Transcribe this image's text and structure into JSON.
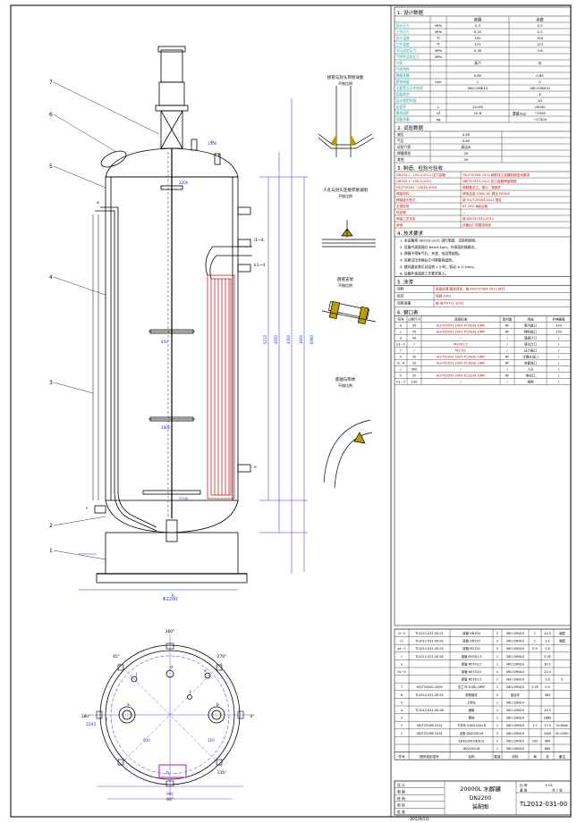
{
  "sheet": {
    "colors": {
      "line": "#000000",
      "dim_blue": "#2a2aff",
      "coil_red": "#cc0000",
      "frame": "#222222",
      "cyan": "#00a8a8",
      "magenta": "#cc33cc",
      "yellow": "#b8a000"
    },
    "section_headers": {
      "design_data": "1. 设计数据",
      "test_data": "2. 试验数据",
      "manufacture": "3. 制造、检验与验收",
      "technical": "4. 技术要求",
      "coating": "5. 涂漆",
      "nozzles": "6. 管口表"
    },
    "design_table": {
      "headers": [
        "名称",
        "容器",
        "夹套"
      ],
      "rows": [
        [
          "设计压力",
          "MPa",
          "0.3",
          "0.3"
        ],
        [
          "工作压力",
          "MPa",
          "0.25",
          "0.3"
        ],
        [
          "设计温度",
          "℃",
          "150",
          "150"
        ],
        [
          "工作温度",
          "℃",
          "132",
          "133"
        ],
        [
          "水压试验压力",
          "MPa",
          "0.38",
          "0.6"
        ],
        [
          "气密性试验压力",
          "MPa",
          "",
          ""
        ],
        [
          "介质",
          "",
          "蒸汽",
          "水"
        ],
        [
          "介质特性",
          "",
          "",
          ""
        ],
        [
          "焊缝系数",
          "",
          "0.85",
          "0.85"
        ],
        [
          "腐蚀裕量",
          "mm",
          "1",
          "0"
        ],
        [
          "主要受压元件材质",
          "",
          "06Cr19Ni10",
          "06Cr19Ni10"
        ],
        [
          "容器类别",
          "",
          "",
          "Ⅱ"
        ],
        [
          "设计使用年限",
          "",
          "",
          "20"
        ],
        [
          "全容积",
          "L",
          "22165",
          "20000"
        ],
        [
          "换热面积",
          "㎡",
          "10.8",
          "~5300"
        ],
        [
          "设备净重",
          "kg",
          "",
          "~27000"
        ]
      ],
      "weight_label": "重量(kg)"
    },
    "test_rows": [
      [
        "液压",
        "0.65"
      ],
      [
        "气压",
        "0.65"
      ],
      [
        "试验介质",
        "清洁水"
      ],
      [
        "焊缝探伤",
        "20"
      ],
      [
        "其他",
        "20"
      ]
    ],
    "manufacture_rows": [
      [
        "GB150.1~150.4-2011 压力容器",
        "HG/T20584-2011 钢制化工容器制造技术要求"
      ],
      [
        "GB150.1~150.4-2011",
        "NB/T47015-2011 压力容器焊接规程"
      ],
      [
        "HG/T20592~20635-2009",
        "钢制管法兰、垫片、紧固件"
      ],
      [
        "焊接材料",
        "焊条选用 E308-16, 焊丝 ER308"
      ],
      [
        "焊接接头型式",
        "按 HG/T20583-2011 规定"
      ],
      [
        "无损检测",
        "RT 20% Ⅲ级合格"
      ],
      [
        "热处理",
        "—"
      ],
      [
        "焊接工艺评定",
        "按 NB/T47014-2011"
      ],
      [
        "其他",
        "设备出厂前酸洗钝化"
      ]
    ],
    "technical_notes": [
      "1. 本设备按 GB150-2011 进行制造、试验和验收。",
      "2. 设备内表面抛光 Ra≤0.4μm，外表面机械抛光。",
      "3. 焊缝不得有气孔、夹渣、咬边等缺陷。",
      "4. 夹套试压合格后方可焊接保温层。",
      "5. 搅拌器安装后试运转 2 小时，振动 ≤ 0.1mm。",
      "6. 设备外保温按工艺要求施工。"
    ],
    "coating_rows": [
      [
        "涂料",
        "表面处理 酸洗钝化，按 HG/T20584-2011 执行"
      ],
      [
        "标志",
        "铭牌 A302"
      ],
      [
        "包装运输",
        "按 JB/T4711-2003"
      ]
    ],
    "nozzle_headers": [
      "符号",
      "公称尺寸",
      "连接标准",
      "密封面",
      "用途",
      "外伸高度"
    ],
    "nozzles": [
      [
        "b",
        "50",
        "HG/T20592-2009 PL50(B)-16RF",
        "RF",
        "蒸汽进口",
        "150"
      ],
      [
        "c",
        "50",
        "HG/T20592-2009 PL50(B)-16RF",
        "RF",
        "物料进口",
        "150"
      ],
      [
        "d",
        "40",
        "/",
        "/",
        "温度计口",
        "/"
      ],
      [
        "e1~2",
        "/",
        "M20X1.5",
        "/",
        "液位计口",
        "/"
      ],
      [
        "f",
        "/",
        "M27X2",
        "/",
        "压力表口",
        "/"
      ],
      [
        "h",
        "50",
        "HG/T20592-2009 PL50(B)-16RF",
        "RF",
        "冷凝水出口",
        "/"
      ],
      [
        "i1~4",
        "32",
        "HG/T20592-2009 PL32(B)-16RF",
        "RF",
        "夹套进口",
        "/"
      ],
      [
        "j",
        "500",
        "/",
        "/",
        "人孔",
        "/"
      ],
      [
        "k",
        "32",
        "HG/T20592-2009 PL32(B)-16RF",
        "RF",
        "排空口",
        "/"
      ],
      [
        "n1~3",
        "100",
        "/",
        "/",
        "视镜",
        "/"
      ]
    ],
    "parts": [
      [
        "i1~2",
        "TL2012-031-00-01",
        "接管 DN100",
        "2",
        "06Cr19Ni10",
        "1",
        "20.4",
        "装配"
      ],
      [
        "m",
        "TL2012-031-00-02",
        "接管 DN150",
        "2",
        "06Cr19Ni10",
        "1",
        "3.2",
        "装配"
      ],
      [
        "g1~2",
        "TL2012-031-00-03",
        "接管 M27X2",
        "2",
        "06Cr19Ni10",
        "0.9",
        "1.8",
        ""
      ],
      [
        "f",
        "TL2012-031-00-04",
        "接管 M20X1.5",
        "1",
        "06Cr19Ni10",
        "",
        "0.35",
        ""
      ],
      [
        "e",
        "",
        "接管 Φ57X3.5",
        "1",
        "06Cr19Ni10",
        "",
        "30.1",
        ""
      ],
      [
        "h1~4",
        "",
        "接管 Φ57X3.5",
        "4",
        "06Cr19Ni10",
        "",
        "23.4",
        ""
      ],
      [
        "",
        "",
        "接管 Φ57X3.5",
        "1",
        "06Cr19Ni10",
        "",
        "5.6",
        "b"
      ],
      [
        "7",
        "HG/T20592-2009",
        "法兰 PL50(B)-16RF",
        "2",
        "06Cr19Ni10",
        "2.95",
        "5.9",
        ""
      ],
      [
        "6",
        "TL2012-031-00-05",
        "视镜组件",
        "4",
        "组合件",
        "",
        "463",
        ""
      ],
      [
        "5",
        "",
        "上封头",
        "1",
        "06Cr19Ni10",
        "",
        "",
        ""
      ],
      [
        "4",
        "TL2012-031-00-06",
        "盘管",
        "1",
        "06Cr19Ni10",
        "",
        "43.2",
        ""
      ],
      [
        "3",
        "",
        "筒体",
        "1",
        "06Cr19Ni10",
        "",
        "2880",
        ""
      ],
      [
        "2",
        "GB/T25198-2010",
        "下封头 EHA2200×8",
        "1",
        "06Cr19Ni10",
        "1.7",
        "17.0",
        "δ=8mm"
      ],
      [
        "1",
        "GB/T25198-2010",
        "支座 DN2200×8",
        "2",
        "06Cr19Ni10",
        "",
        "2000",
        "N=2000"
      ],
      [
        "",
        "",
        "EHA2200×8(6.0)",
        "2",
        "06Cr19Ni10",
        "242",
        "484",
        ""
      ],
      [
        "",
        "",
        "DN2200×8",
        "1",
        "06Cr19Ni10",
        "",
        "660",
        ""
      ]
    ],
    "parts_headers": [
      "件号",
      "图号或标准号",
      "名称",
      "数量",
      "材料",
      "单",
      "总",
      "备注"
    ],
    "title_block": {
      "product": "20000L 水解罐",
      "spec": "DN2200",
      "type": "装配图",
      "drawing_no": "TL2012-031-00",
      "scale_label": "比 例",
      "scale": "1:15",
      "weight_label": "重 量",
      "sheet_label": "共 1 张",
      "date": "2012年5月",
      "roles": [
        "设 计",
        "制 图",
        "校 核",
        "审 核",
        "批 准"
      ]
    },
    "detail_labels": {
      "d1": "接管与封头焊接详图",
      "d1_scale": "不按比例",
      "d2": "人孔与封头连接焊接详图",
      "d2_scale": "不按比例",
      "d3": "盘管支架",
      "d3_scale": "不按比例",
      "d4": "底轴与筒体",
      "d4_scale": "不按比例"
    },
    "elevation": {
      "labels_left": [
        "7",
        "6",
        "5",
        "4",
        "3",
        "2",
        "1"
      ],
      "top_dims": [
        "1500",
        "2200"
      ],
      "right_dims": [
        "5210",
        "4550",
        "4300",
        "3600",
        "6990"
      ],
      "nozzle_marks": [
        "n",
        "i1~4",
        "k1~4",
        "f",
        "a",
        "e",
        "c"
      ],
      "bottom_dims": [
        "Φ2200",
        "h"
      ],
      "side_notes": [
        "450",
        "1800",
        "2100"
      ]
    },
    "plan": {
      "angles": [
        "360°",
        "0°",
        "90°",
        "180°",
        "270°",
        "45°",
        "135°"
      ],
      "marks": [
        "a",
        "b",
        "c",
        "d",
        "e",
        "f",
        "h",
        "j"
      ],
      "dims": [
        "2242",
        "900",
        "350",
        "500"
      ]
    }
  }
}
